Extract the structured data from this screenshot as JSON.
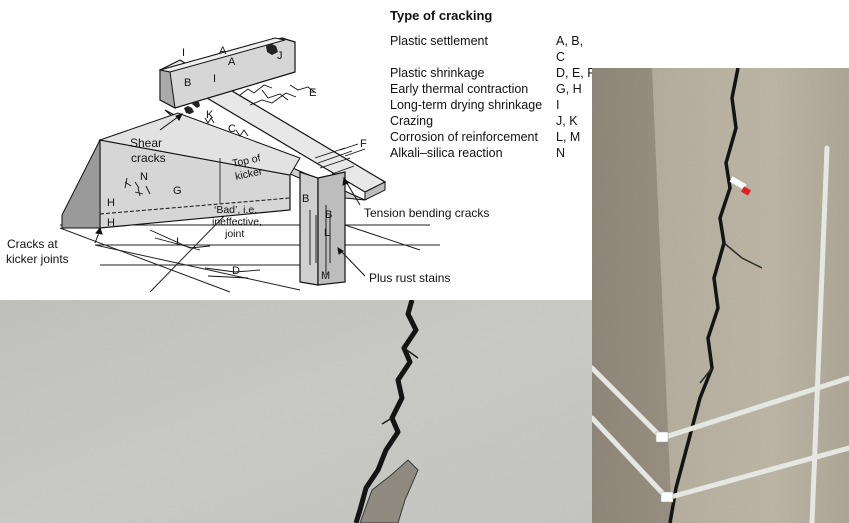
{
  "legend": {
    "title": "Type of cracking",
    "rows": [
      {
        "type": "Plastic settlement",
        "codes": "A, B, C"
      },
      {
        "type": "Plastic shrinkage",
        "codes": "D, E, F"
      },
      {
        "type": "Early thermal contraction",
        "codes": "G, H"
      },
      {
        "type": "Long-term drying shrinkage",
        "codes": "I"
      },
      {
        "type": "Crazing",
        "codes": "J, K"
      },
      {
        "type": "Corrosion of reinforcement",
        "codes": "L, M"
      },
      {
        "type": "Alkali–silica reaction",
        "codes": "N"
      }
    ]
  },
  "diagram": {
    "labels": {
      "shear_1": "Shear",
      "shear_2": "cracks",
      "top_1": "Top of",
      "top_2": "kicker",
      "bad_1": "‘Bad’, i.e.",
      "bad_2": "ineffective,",
      "bad_3": "joint",
      "kicker_1": "Cracks at",
      "kicker_2": "kicker joints",
      "tension": "Tension bending cracks",
      "rust": "Plus rust stains"
    },
    "letters": {
      "A": "A",
      "B": "B",
      "C": "C",
      "D": "D",
      "E": "E",
      "F": "F",
      "G": "G",
      "H": "H",
      "I": "I",
      "J": "J",
      "K": "K",
      "L": "L",
      "M": "M",
      "N": "N"
    }
  },
  "colors": {
    "concrete_face": "#d9d9d9",
    "concrete_side": "#bdbdbd",
    "wall_photo": "#c9c9c6",
    "corner_photo": "#b7b09e",
    "crack": "#141414",
    "tag_red": "#e02020"
  }
}
